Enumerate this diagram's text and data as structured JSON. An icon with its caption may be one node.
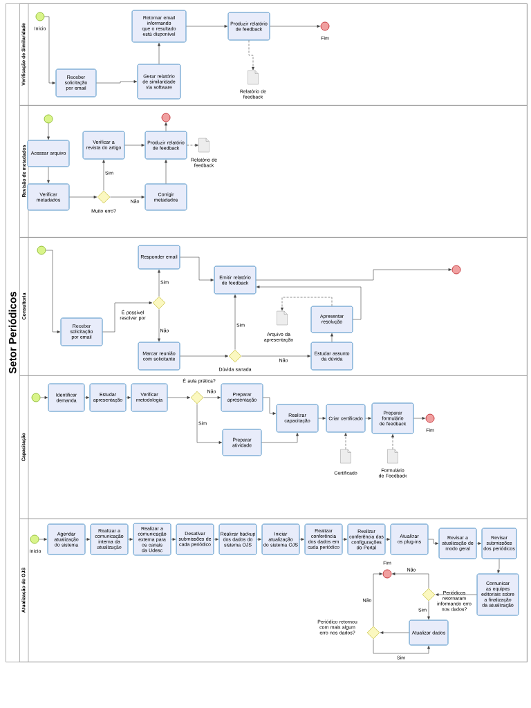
{
  "diagram": {
    "nodes": [
      {
        "text": [
          "Setor Periódicos"
        ]
      },
      {
        "text": [
          "Verificação de Similaridade"
        ],
        "in": 0
      },
      {
        "text": [
          "Revisão de metadados"
        ],
        "in": 0
      },
      {
        "text": [
          "Consultoria"
        ],
        "in": 0
      },
      {
        "text": [
          "Capacitação"
        ],
        "in": 0
      },
      {
        "text": [
          "Atualização do OJS"
        ],
        "in": 0
      },
      {
        "text": [],
        "shape": "circle",
        "beside": [
          "Início"
        ],
        "in": 1
      },
      {
        "text": [
          "Receber solicitação por email"
        ],
        "in": 1
      },
      {
        "text": [
          "Gerar relatório de similaridade via software"
        ],
        "in": 1
      },
      {
        "text": [
          "Retornar email informando que o resultado está disponível"
        ],
        "in": 1
      },
      {
        "text": [
          "Produzir relatório de feedback"
        ],
        "in": 1
      },
      {
        "text": [],
        "shape": "circle",
        "beside": [
          "Fim"
        ],
        "in": 1
      },
      {
        "text": [],
        "shape": "document",
        "beside": [
          "Relatório de feedback"
        ],
        "in": 1
      },
      {
        "text": [],
        "shape": "circle",
        "in": 2
      },
      {
        "text": [
          "Acessar arquivo"
        ],
        "in": 2
      },
      {
        "text": [
          "Verificar metadados"
        ],
        "in": 2
      },
      {
        "text": [],
        "shape": "diamond",
        "beside": [
          "Muito erro?"
        ],
        "in": 2
      },
      {
        "text": [
          "Verificar a revista do artigo"
        ],
        "in": 2
      },
      {
        "text": [
          "Produzir relatório de feedback"
        ],
        "in": 2
      },
      {
        "text": [],
        "shape": "circle",
        "in": 2
      },
      {
        "text": [],
        "shape": "document",
        "beside": [
          "Relatório de feedback"
        ],
        "in": 2
      },
      {
        "text": [
          "Corrigir metadados"
        ],
        "in": 2
      },
      {
        "text": [],
        "shape": "circle",
        "in": 3
      },
      {
        "text": [
          "Receber solicitação por email"
        ],
        "in": 3
      },
      {
        "text": [],
        "shape": "diamond",
        "beside": [
          "É possível resolver por"
        ],
        "in": 3
      },
      {
        "text": [
          "Responder email"
        ],
        "in": 3
      },
      {
        "text": [
          "Marcar reunião com solicitante"
        ],
        "in": 3
      },
      {
        "text": [],
        "shape": "diamond",
        "beside": [
          "Dúvida sanada"
        ],
        "in": 3
      },
      {
        "text": [
          "Emitir relatório de feedback"
        ],
        "in": 3
      },
      {
        "text": [
          "Estudar assunto da dúvida"
        ],
        "in": 3
      },
      {
        "text": [
          "Apresentar resolução"
        ],
        "in": 3
      },
      {
        "text": [],
        "shape": "document",
        "beside": [
          "Arquivo da apresentação"
        ],
        "in": 3
      },
      {
        "text": [],
        "shape": "circle",
        "in": 3
      },
      {
        "text": [],
        "shape": "circle",
        "in": 4
      },
      {
        "text": [
          "Identificar demanda"
        ],
        "in": 4
      },
      {
        "text": [
          "Estudar apresentação"
        ],
        "in": 4
      },
      {
        "text": [
          "Verificar metodologia"
        ],
        "in": 4
      },
      {
        "text": [],
        "shape": "diamond",
        "beside": [
          "É aula prática?"
        ],
        "in": 4
      },
      {
        "text": [
          "Preparar apresentação"
        ],
        "in": 4
      },
      {
        "text": [
          "Preparar atividade"
        ],
        "in": 4
      },
      {
        "text": [
          "Realizar capacitação"
        ],
        "in": 4
      },
      {
        "text": [
          "Criar certificado"
        ],
        "in": 4
      },
      {
        "text": [
          "Preparar formulário de feedback"
        ],
        "in": 4
      },
      {
        "text": [],
        "shape": "circle",
        "beside": [
          "Fim"
        ],
        "in": 4
      },
      {
        "text": [],
        "shape": "document",
        "beside": [
          "Certificado"
        ],
        "in": 4
      },
      {
        "text": [],
        "shape": "document",
        "beside": [
          "Formulário de Feedback"
        ],
        "in": 4
      },
      {
        "text": [],
        "shape": "circle",
        "beside": [
          "Início"
        ],
        "in": 5
      },
      {
        "text": [
          "Agendar atualização do sistema"
        ],
        "in": 5
      },
      {
        "text": [
          "Realizar a comunicação interna da atualização"
        ],
        "in": 5
      },
      {
        "text": [
          "Realizar a comunicação externa para os canais da Udesc"
        ],
        "in": 5
      },
      {
        "text": [
          "Desativar submissões de cada periódico"
        ],
        "in": 5
      },
      {
        "text": [
          "Realizar backup dos dados do sistema OJS"
        ],
        "in": 5
      },
      {
        "text": [
          "Iniciar atualização do sistema OJS"
        ],
        "in": 5
      },
      {
        "text": [
          "Realizar conferência dos dados em cada periódico"
        ],
        "in": 5
      },
      {
        "text": [
          "Realizar conferência das configurações do Portal"
        ],
        "in": 5
      },
      {
        "text": [
          "Atualizar os plug-ins"
        ],
        "in": 5
      },
      {
        "text": [
          "Revisar a atualização de modo geral"
        ],
        "in": 5
      },
      {
        "text": [
          "Revisar submissões dos periódicos"
        ],
        "in": 5
      },
      {
        "text": [
          "Comunicar as equipes editoriais sobre a finalização da atualização"
        ],
        "in": 5
      },
      {
        "text": [],
        "shape": "diamond",
        "beside": [
          "Periódicos retornaram informando erro nos dados?"
        ],
        "in": 5
      },
      {
        "text": [],
        "shape": "circle",
        "beside": [
          "Fim"
        ],
        "in": 5
      },
      {
        "text": [
          "Atualizar dados"
        ],
        "in": 5
      },
      {
        "text": [],
        "shape": "diamond",
        "beside": [
          "Periódico retornou com mais algum erro nos dados?"
        ],
        "in": 5
      }
    ],
    "edges": [
      {
        "from": 6,
        "to": 7,
        "arrow": "to"
      },
      {
        "from": 7,
        "to": 8,
        "arrow": "to"
      },
      {
        "from": 8,
        "to": 9,
        "arrow": "to"
      },
      {
        "from": 9,
        "to": 10,
        "arrow": "to"
      },
      {
        "from": 10,
        "to": 11,
        "arrow": "to"
      },
      {
        "from": 10,
        "to": 12,
        "arrow": "to",
        "style": "dashed"
      },
      {
        "from": 13,
        "to": 14,
        "arrow": "to"
      },
      {
        "from": 14,
        "to": 15,
        "arrow": "to"
      },
      {
        "from": 15,
        "to": 16,
        "arrow": "to"
      },
      {
        "from": 16,
        "to": 17,
        "arrow": "to",
        "label": "Sim"
      },
      {
        "from": 16,
        "to": 21,
        "arrow": "to",
        "label": "Não"
      },
      {
        "from": 17,
        "to": 18,
        "arrow": "to"
      },
      {
        "from": 21,
        "to": 18,
        "arrow": "to"
      },
      {
        "from": 18,
        "to": 19,
        "arrow": "to"
      },
      {
        "from": 18,
        "to": 20,
        "arrow": "to",
        "style": "dashed"
      },
      {
        "from": 22,
        "to": 23,
        "arrow": "to"
      },
      {
        "from": 23,
        "to": 24,
        "arrow": "to"
      },
      {
        "from": 24,
        "to": 25,
        "arrow": "to",
        "label": "Sim"
      },
      {
        "from": 24,
        "to": 26,
        "arrow": "to",
        "label": "Não"
      },
      {
        "from": 25,
        "to": 28,
        "arrow": "to"
      },
      {
        "from": 26,
        "to": 27,
        "arrow": "to"
      },
      {
        "from": 27,
        "to": 28,
        "arrow": "to",
        "label": "Sim"
      },
      {
        "from": 27,
        "to": 29,
        "arrow": "to",
        "label": "Não"
      },
      {
        "from": 29,
        "to": 30,
        "arrow": "to"
      },
      {
        "from": 30,
        "to": 28,
        "arrow": "to"
      },
      {
        "from": 28,
        "to": 32,
        "arrow": "to"
      },
      {
        "from": 30,
        "to": 31,
        "arrow": "to",
        "style": "dashed"
      },
      {
        "from": 33,
        "to": 34,
        "arrow": "to"
      },
      {
        "from": 34,
        "to": 35,
        "arrow": "to"
      },
      {
        "from": 35,
        "to": 36,
        "arrow": "to"
      },
      {
        "from": 36,
        "to": 37,
        "arrow": "to"
      },
      {
        "from": 37,
        "to": 38,
        "arrow": "to",
        "label": "Não"
      },
      {
        "from": 37,
        "to": 39,
        "arrow": "to",
        "label": "Sim"
      },
      {
        "from": 38,
        "to": 40,
        "arrow": "to"
      },
      {
        "from": 39,
        "to": 40,
        "arrow": "to"
      },
      {
        "from": 40,
        "to": 41,
        "arrow": "to"
      },
      {
        "from": 41,
        "to": 42,
        "arrow": "to"
      },
      {
        "from": 42,
        "to": 43,
        "arrow": "to"
      },
      {
        "from": 44,
        "to": 41,
        "arrow": "to",
        "style": "dashed"
      },
      {
        "from": 45,
        "to": 42,
        "arrow": "to",
        "style": "dashed"
      },
      {
        "from": 46,
        "to": 47,
        "arrow": "to"
      },
      {
        "from": 47,
        "to": 48,
        "arrow": "to"
      },
      {
        "from": 48,
        "to": 49,
        "arrow": "to"
      },
      {
        "from": 49,
        "to": 50,
        "arrow": "to"
      },
      {
        "from": 50,
        "to": 51,
        "arrow": "to"
      },
      {
        "from": 51,
        "to": 52,
        "arrow": "to"
      },
      {
        "from": 52,
        "to": 53,
        "arrow": "to"
      },
      {
        "from": 53,
        "to": 54,
        "arrow": "to"
      },
      {
        "from": 54,
        "to": 55,
        "arrow": "to"
      },
      {
        "from": 55,
        "to": 56,
        "arrow": "to"
      },
      {
        "from": 56,
        "to": 57,
        "arrow": "to"
      },
      {
        "from": 57,
        "to": 58,
        "arrow": "to"
      },
      {
        "from": 58,
        "to": 59,
        "arrow": "to"
      },
      {
        "from": 59,
        "to": 60,
        "arrow": "to",
        "label": "Não"
      },
      {
        "from": 59,
        "to": 61,
        "arrow": "to",
        "label": "Sim"
      },
      {
        "from": 61,
        "to": 62,
        "arrow": "to"
      },
      {
        "from": 62,
        "to": 60,
        "arrow": "to",
        "label": "Não"
      },
      {
        "from": 62,
        "to": 61,
        "arrow": "to",
        "label": "Sim"
      }
    ]
  }
}
